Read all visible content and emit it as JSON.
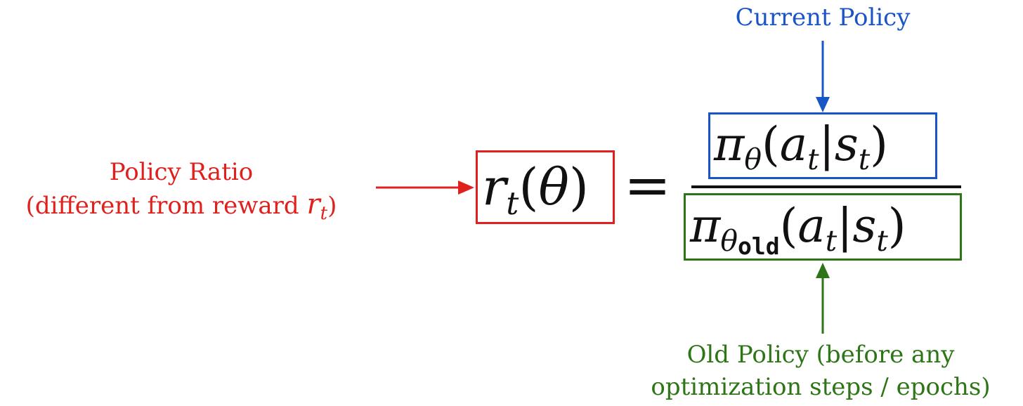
{
  "labels": {
    "current_policy": "Current Policy",
    "policy_ratio_line1": "Policy Ratio",
    "policy_ratio_line2_prefix": "(different from reward ",
    "policy_ratio_var": "r",
    "policy_ratio_var_sub": "t",
    "policy_ratio_line2_suffix": ")",
    "old_policy_line1": "Old Policy (before any",
    "old_policy_line2": "optimization steps / epochs)"
  },
  "formula": {
    "lhs_var": "r",
    "lhs_sub": "t",
    "lhs_open": "(",
    "lhs_theta": "θ",
    "lhs_close": ")",
    "equals": "=",
    "num_pi": "π",
    "num_sub": "θ",
    "num_open": "(",
    "num_a": "a",
    "num_a_sub": "t",
    "num_bar": "|",
    "num_s": "s",
    "num_s_sub": "t",
    "num_close": ")",
    "den_pi": "π",
    "den_sub": "θ",
    "den_sub_sub": "old",
    "den_open": "(",
    "den_a": "a",
    "den_a_sub": "t",
    "den_bar": "|",
    "den_s": "s",
    "den_s_sub": "t",
    "den_close": ")"
  },
  "colors": {
    "red": "#e0201c",
    "blue": "#1a55c8",
    "green": "#2e7517",
    "formula": "#111111"
  }
}
